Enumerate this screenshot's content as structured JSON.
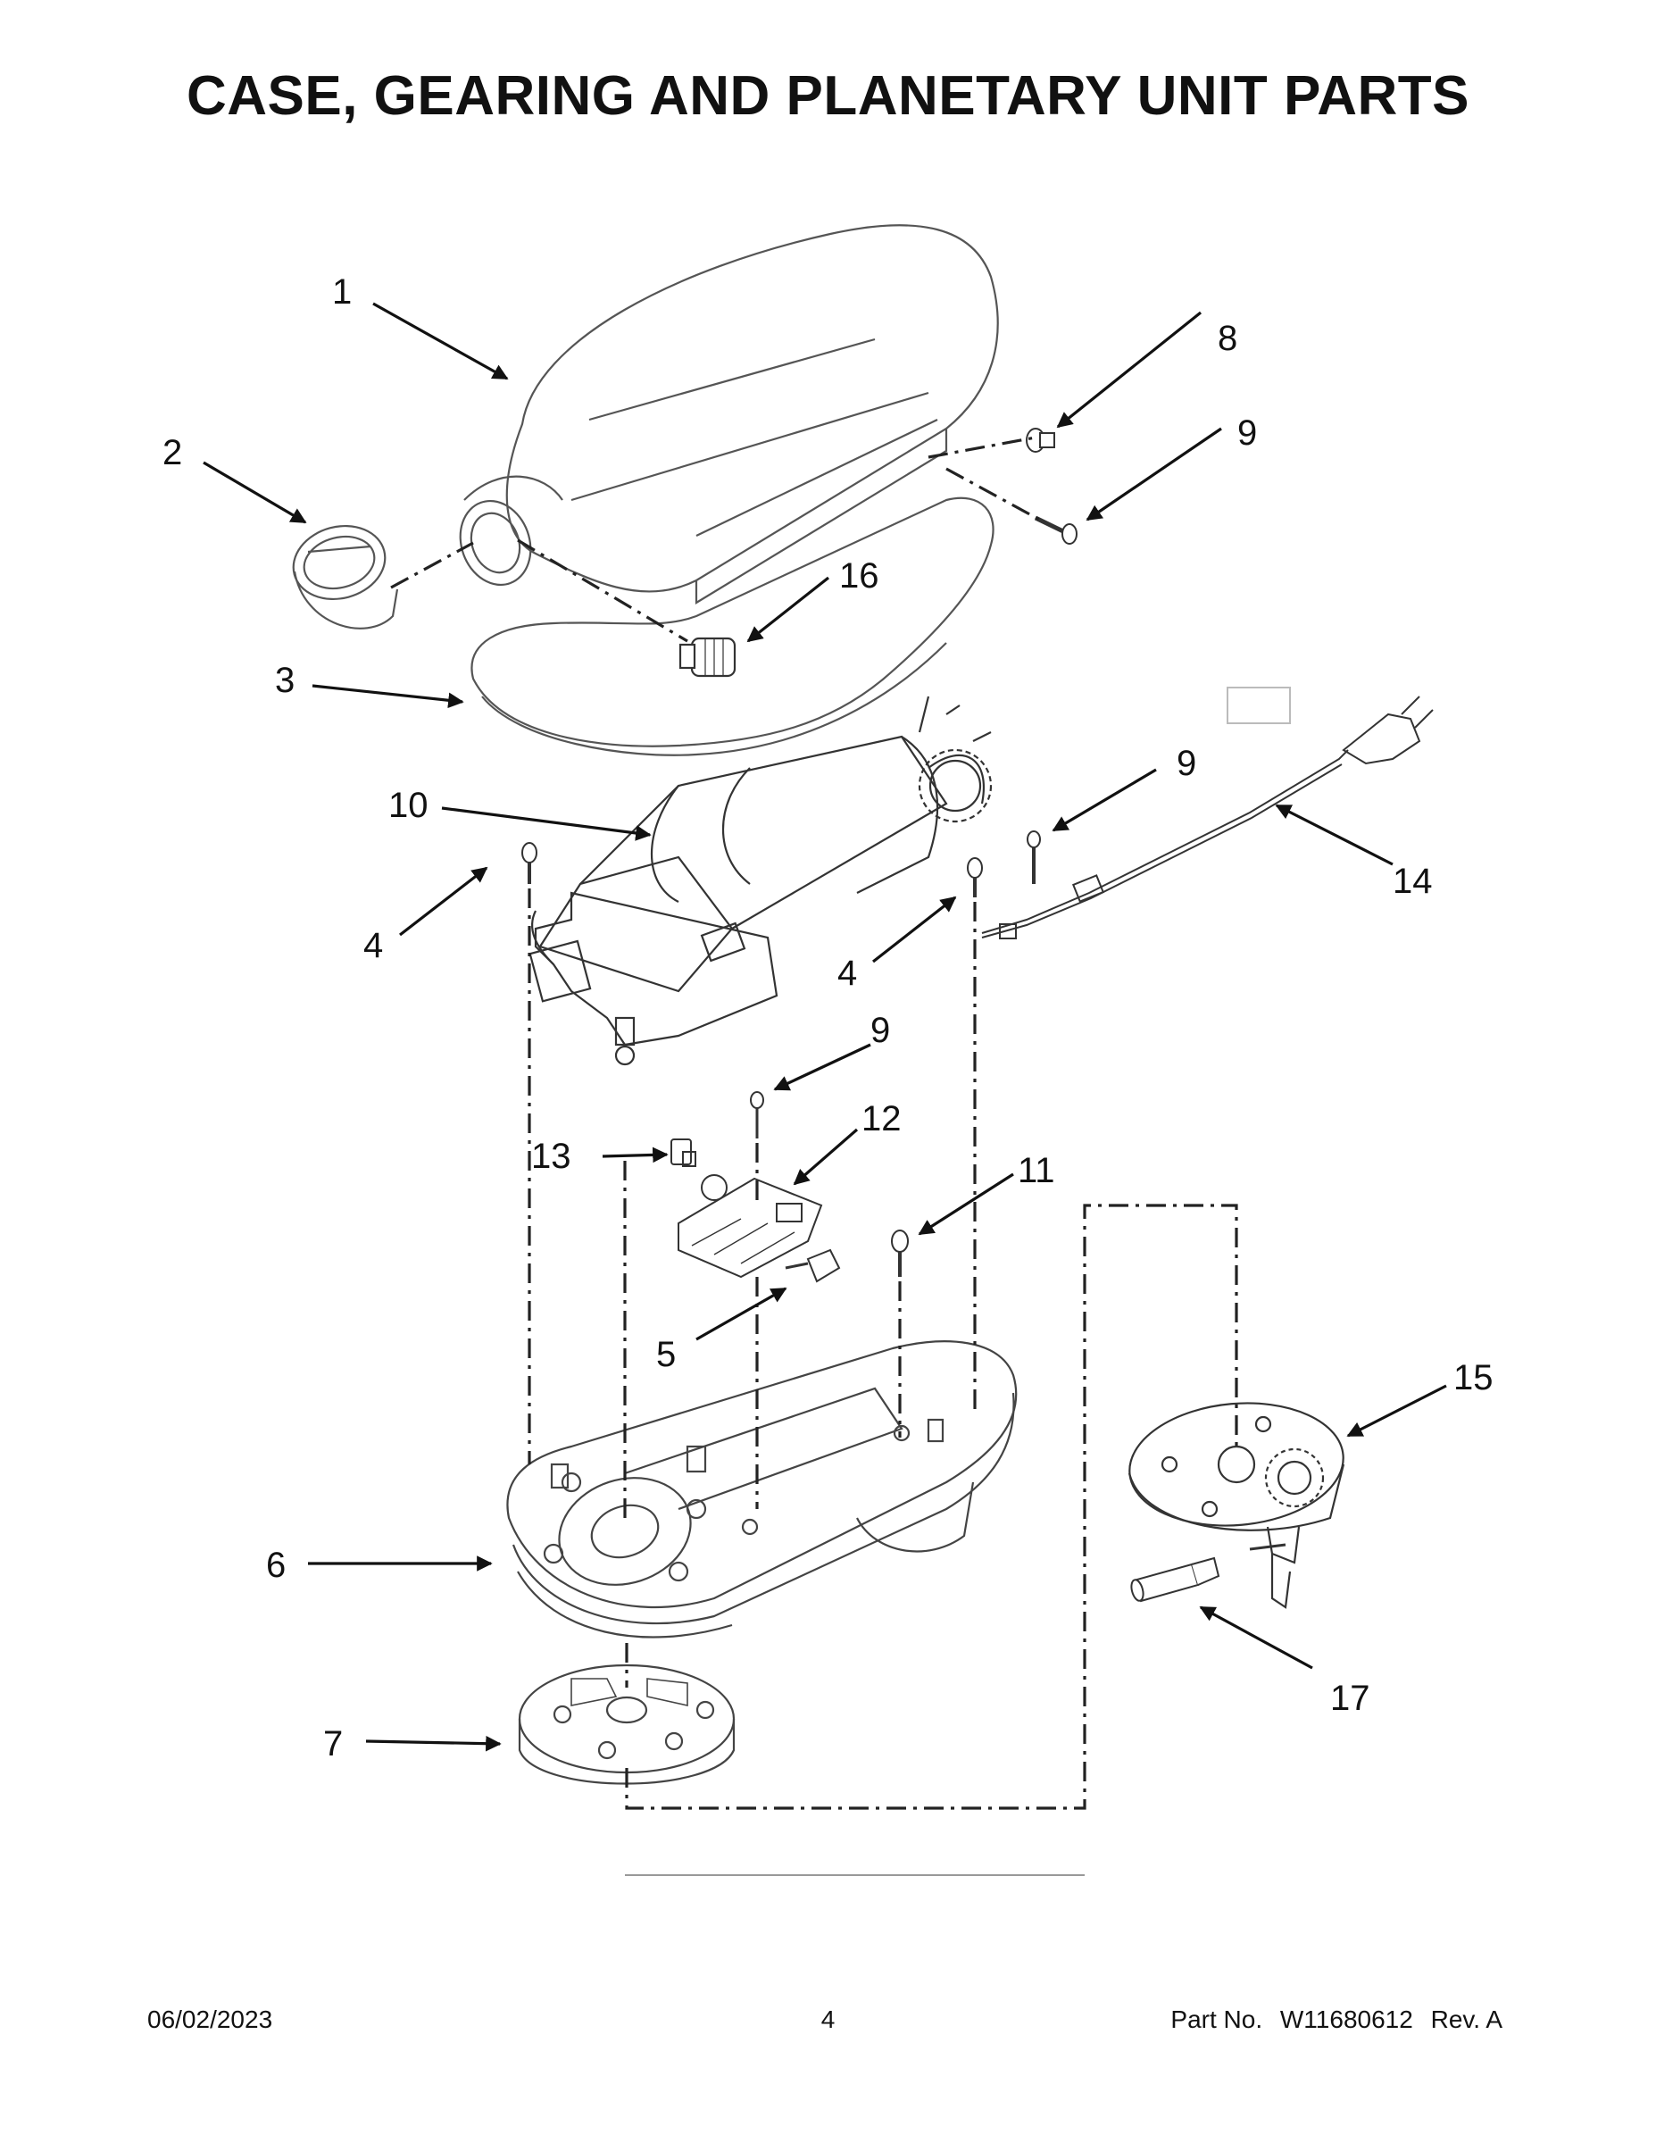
{
  "page": {
    "title": "CASE, GEARING AND PLANETARY UNIT PARTS"
  },
  "callouts": {
    "c1": "1",
    "c2": "2",
    "c3": "3",
    "c4a": "4",
    "c4b": "4",
    "c5": "5",
    "c6": "6",
    "c7": "7",
    "c8": "8",
    "c9a": "9",
    "c9b": "9",
    "c9c": "9",
    "c10": "10",
    "c11": "11",
    "c12": "12",
    "c13": "13",
    "c14": "14",
    "c15": "15",
    "c16": "16",
    "c17": "17"
  },
  "footer": {
    "date": "06/02/2023",
    "page_number": "4",
    "part_label": "Part No.",
    "part_number": "W11680612",
    "revision": "Rev.  A"
  }
}
